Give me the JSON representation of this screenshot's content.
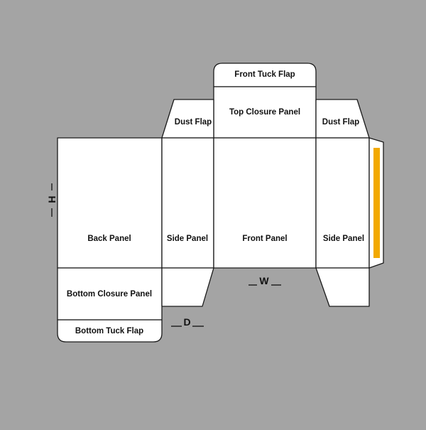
{
  "labels": {
    "front_tuck_flap": "Front Tuck Flap",
    "top_closure_panel": "Top Closure Panel",
    "dust_flap_left": "Dust Flap",
    "dust_flap_right": "Dust Flap",
    "back_panel": "Back Panel",
    "side_panel_left": "Side Panel",
    "front_panel": "Front Panel",
    "side_panel_right": "Side Panel",
    "bottom_closure_panel": "Bottom Closure Panel",
    "bottom_tuck_flap": "Bottom Tuck Flap"
  },
  "dimensions": {
    "height": "H",
    "width": "W",
    "depth": "D"
  },
  "colors": {
    "background": "#a4a4a4",
    "panel": "#ffffff",
    "glue_strip": "#f2a900"
  }
}
